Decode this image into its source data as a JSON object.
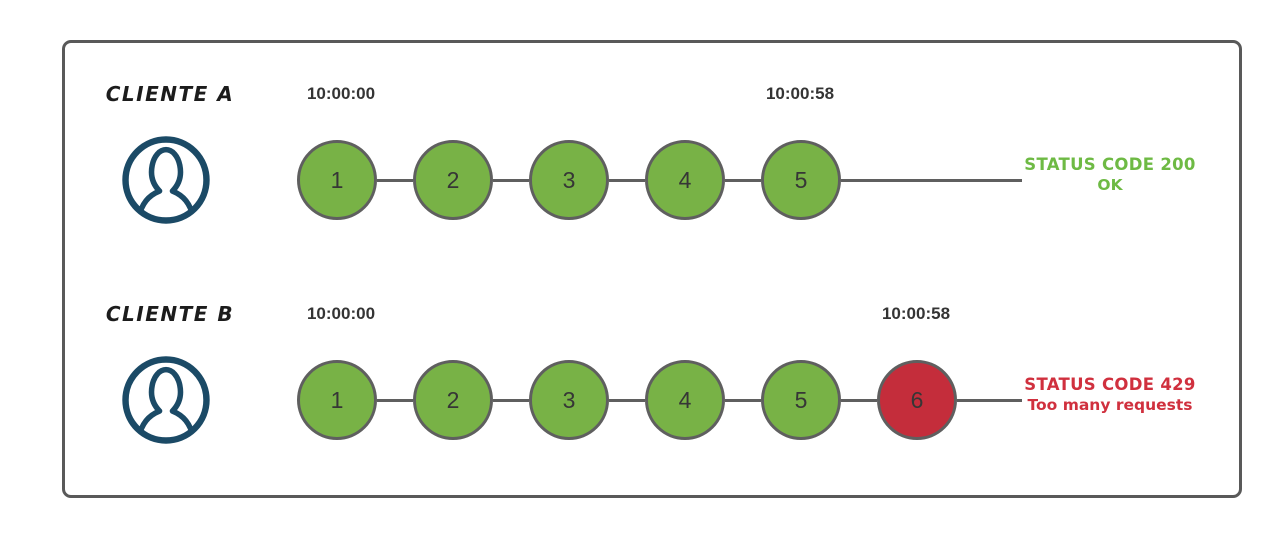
{
  "colors": {
    "node_ok": "#78b246",
    "node_blocked": "#c42d3b",
    "node_border": "#5f5f5f",
    "connector": "#5f5f5f",
    "status_ok_text": "#6eba44",
    "status_error_text": "#d0303e",
    "timestamp_text": "#343434",
    "client_label_text": "#1c1c1c",
    "user_icon": "#1b4a66",
    "frame_border": "#595959"
  },
  "clients": [
    {
      "label": "CLIENTE A",
      "start_time": "10:00:00",
      "end_time": "10:00:58",
      "requests": [
        {
          "label": "1",
          "status": "ok"
        },
        {
          "label": "2",
          "status": "ok"
        },
        {
          "label": "3",
          "status": "ok"
        },
        {
          "label": "4",
          "status": "ok"
        },
        {
          "label": "5",
          "status": "ok"
        }
      ],
      "status": {
        "title": "STATUS CODE 200",
        "subtitle": "OK",
        "kind": "ok"
      }
    },
    {
      "label": "CLIENTE B",
      "start_time": "10:00:00",
      "end_time": "10:00:58",
      "requests": [
        {
          "label": "1",
          "status": "ok"
        },
        {
          "label": "2",
          "status": "ok"
        },
        {
          "label": "3",
          "status": "ok"
        },
        {
          "label": "4",
          "status": "ok"
        },
        {
          "label": "5",
          "status": "ok"
        },
        {
          "label": "6",
          "status": "blocked"
        }
      ],
      "status": {
        "title": "STATUS CODE 429",
        "subtitle": "Too many requests",
        "kind": "error"
      }
    }
  ]
}
